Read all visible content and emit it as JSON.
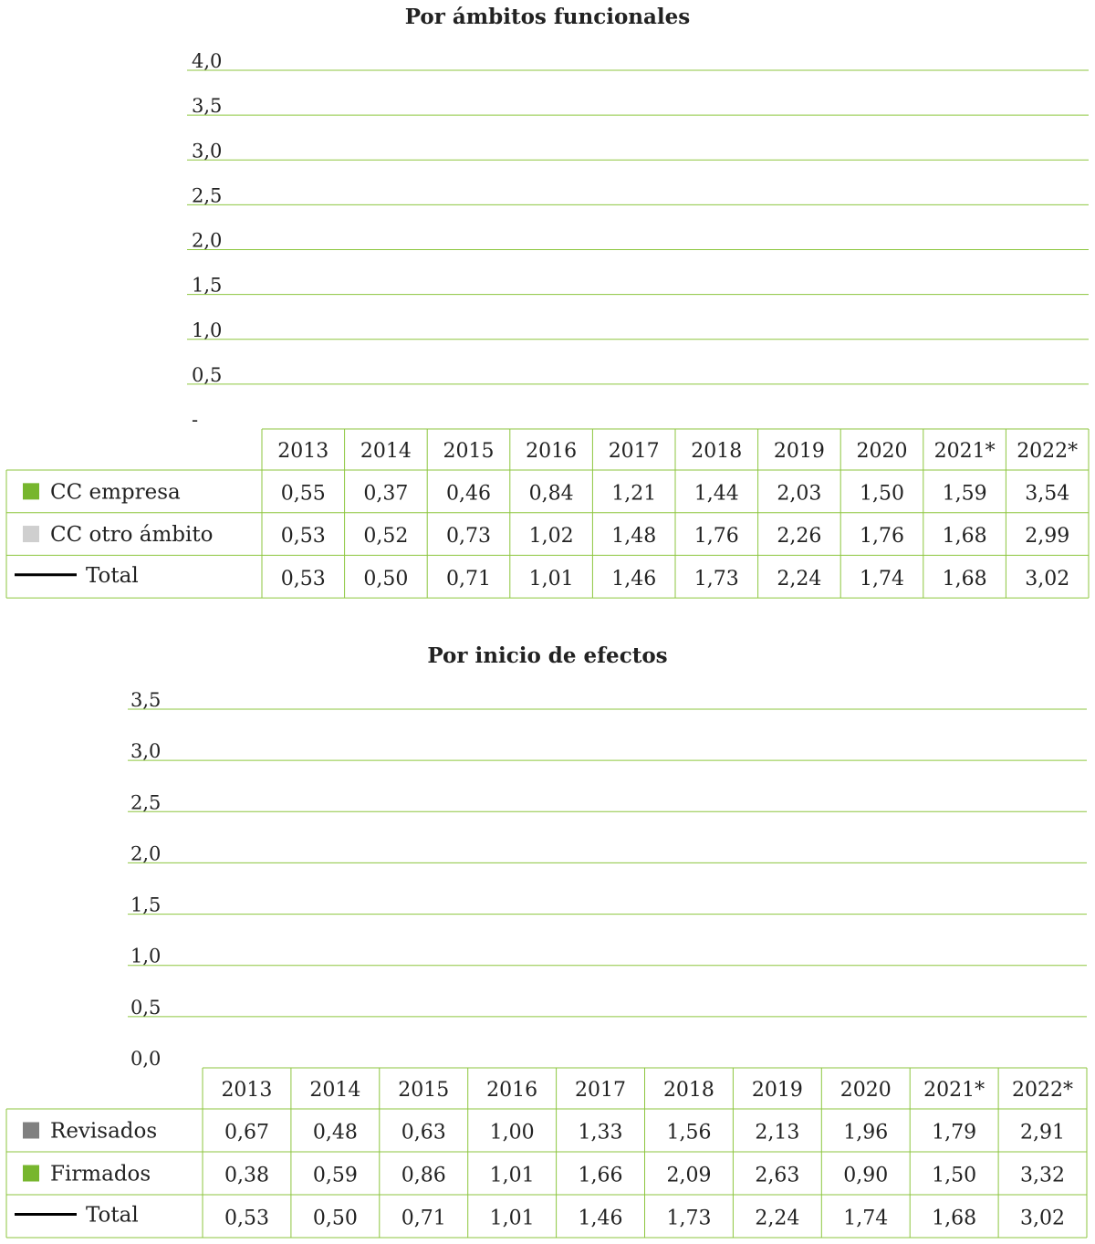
{
  "colors": {
    "grid": "#8dc63f",
    "border": "#8dc63f",
    "empresa": "#77b62e",
    "otro": "#cfcfcf",
    "revisados": "#808080",
    "firmados": "#77b62e",
    "total": "#000000"
  },
  "chart_data": [
    {
      "type": "bar",
      "title": "Por ámbitos funcionales",
      "categories": [
        "2013",
        "2014",
        "2015",
        "2016",
        "2017",
        "2018",
        "2019",
        "2020",
        "2021*",
        "2022*"
      ],
      "ylim": [
        0,
        4
      ],
      "yticks": [
        "-",
        "0,5",
        "1,0",
        "1,5",
        "2,0",
        "2,5",
        "3,0",
        "3,5",
        "4,0"
      ],
      "grid": true,
      "legend": "table-left",
      "series": [
        {
          "name": "CC empresa",
          "kind": "bar",
          "color_key": "empresa",
          "values": [
            0.55,
            0.37,
            0.46,
            0.84,
            1.21,
            1.44,
            2.03,
            1.5,
            1.59,
            3.54
          ],
          "labels": [
            "0,55",
            "0,37",
            "0,46",
            "0,84",
            "1,21",
            "1,44",
            "2,03",
            "1,50",
            "1,59",
            "3,54"
          ]
        },
        {
          "name": "CC otro ámbito",
          "kind": "bar",
          "color_key": "otro",
          "values": [
            0.53,
            0.52,
            0.73,
            1.02,
            1.48,
            1.76,
            2.26,
            1.76,
            1.68,
            2.99
          ],
          "labels": [
            "0,53",
            "0,52",
            "0,73",
            "1,02",
            "1,48",
            "1,76",
            "2,26",
            "1,76",
            "1,68",
            "2,99"
          ]
        },
        {
          "name": "Total",
          "kind": "line",
          "color_key": "total",
          "values": [
            0.53,
            0.5,
            0.71,
            1.01,
            1.46,
            1.73,
            2.24,
            1.74,
            1.68,
            3.02
          ],
          "labels": [
            "0,53",
            "0,50",
            "0,71",
            "1,01",
            "1,46",
            "1,73",
            "2,24",
            "1,74",
            "1,68",
            "3,02"
          ]
        }
      ]
    },
    {
      "type": "bar",
      "title": "Por inicio de efectos",
      "categories": [
        "2013",
        "2014",
        "2015",
        "2016",
        "2017",
        "2018",
        "2019",
        "2020",
        "2021*",
        "2022*"
      ],
      "ylim": [
        0,
        3.5
      ],
      "yticks": [
        "0,0",
        "0,5",
        "1,0",
        "1,5",
        "2,0",
        "2,5",
        "3,0",
        "3,5"
      ],
      "grid": true,
      "legend": "table-left",
      "series": [
        {
          "name": "Revisados",
          "kind": "bar",
          "color_key": "revisados",
          "values": [
            0.67,
            0.48,
            0.63,
            1.0,
            1.33,
            1.56,
            2.13,
            1.96,
            1.79,
            2.91
          ],
          "labels": [
            "0,67",
            "0,48",
            "0,63",
            "1,00",
            "1,33",
            "1,56",
            "2,13",
            "1,96",
            "1,79",
            "2,91"
          ]
        },
        {
          "name": "Firmados",
          "kind": "bar",
          "color_key": "firmados",
          "values": [
            0.38,
            0.59,
            0.86,
            1.01,
            1.66,
            2.09,
            2.63,
            0.9,
            1.5,
            3.32
          ],
          "labels": [
            "0,38",
            "0,59",
            "0,86",
            "1,01",
            "1,66",
            "2,09",
            "2,63",
            "0,90",
            "1,50",
            "3,32"
          ]
        },
        {
          "name": "Total",
          "kind": "line",
          "color_key": "total",
          "values": [
            0.53,
            0.5,
            0.71,
            1.01,
            1.46,
            1.73,
            2.24,
            1.74,
            1.68,
            3.02
          ],
          "labels": [
            "0,53",
            "0,50",
            "0,71",
            "1,01",
            "1,46",
            "1,73",
            "2,24",
            "1,74",
            "1,68",
            "3,02"
          ]
        }
      ]
    }
  ]
}
